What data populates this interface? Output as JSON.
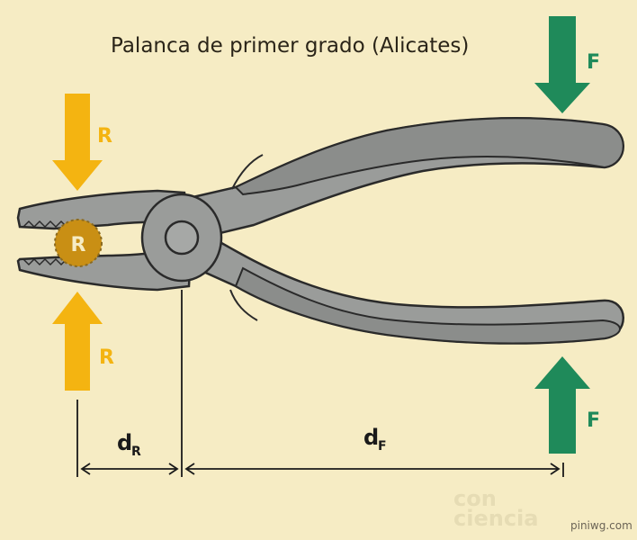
{
  "title": "Palanca de primer grado (Alicates)",
  "labels": {
    "resistance_top": "R",
    "resistance_bottom": "R",
    "resistance_object": "R",
    "force_top": "F",
    "force_bottom": "F",
    "d_r_main": "d",
    "d_r_sub": "R",
    "d_f_main": "d",
    "d_f_sub": "F"
  },
  "watermark": {
    "line1": "con",
    "line2": "ciencia",
    "site": "piniwg.com"
  },
  "colors": {
    "background": "#f6ecc4",
    "resistance": "#f4b411",
    "force": "#1f8a5a",
    "tool_body": "#9a9c9a",
    "tool_grip": "#8b8d8b",
    "outline": "#2a2a2a",
    "object": "#c98f14",
    "text": "#2a2418"
  }
}
